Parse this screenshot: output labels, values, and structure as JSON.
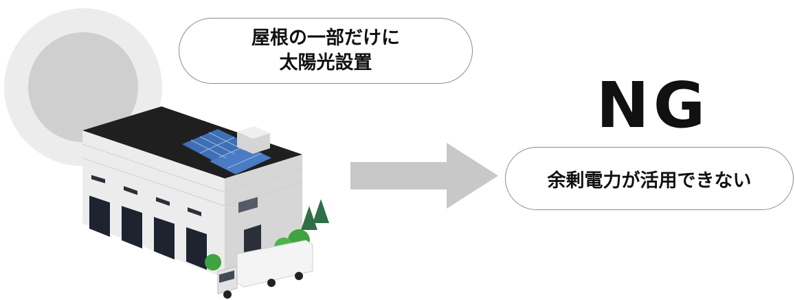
{
  "callout_top": {
    "line1": "屋根の一部だけに",
    "line2": "太陽光設置"
  },
  "verdict": "NG",
  "callout_bottom": "余剰電力が活用できない",
  "colors": {
    "arrow": "#c8c8c8",
    "roof": "#1f1f1f",
    "panel": "#3f6fb5",
    "wall": "#e9e9e9",
    "tree": "#3fa33f",
    "border": "#8a8a8a"
  },
  "icons": {
    "circle": "grey-halo-circle",
    "building": "warehouse-with-solar-panels",
    "truck": "delivery-truck",
    "arrow": "right-arrow"
  }
}
